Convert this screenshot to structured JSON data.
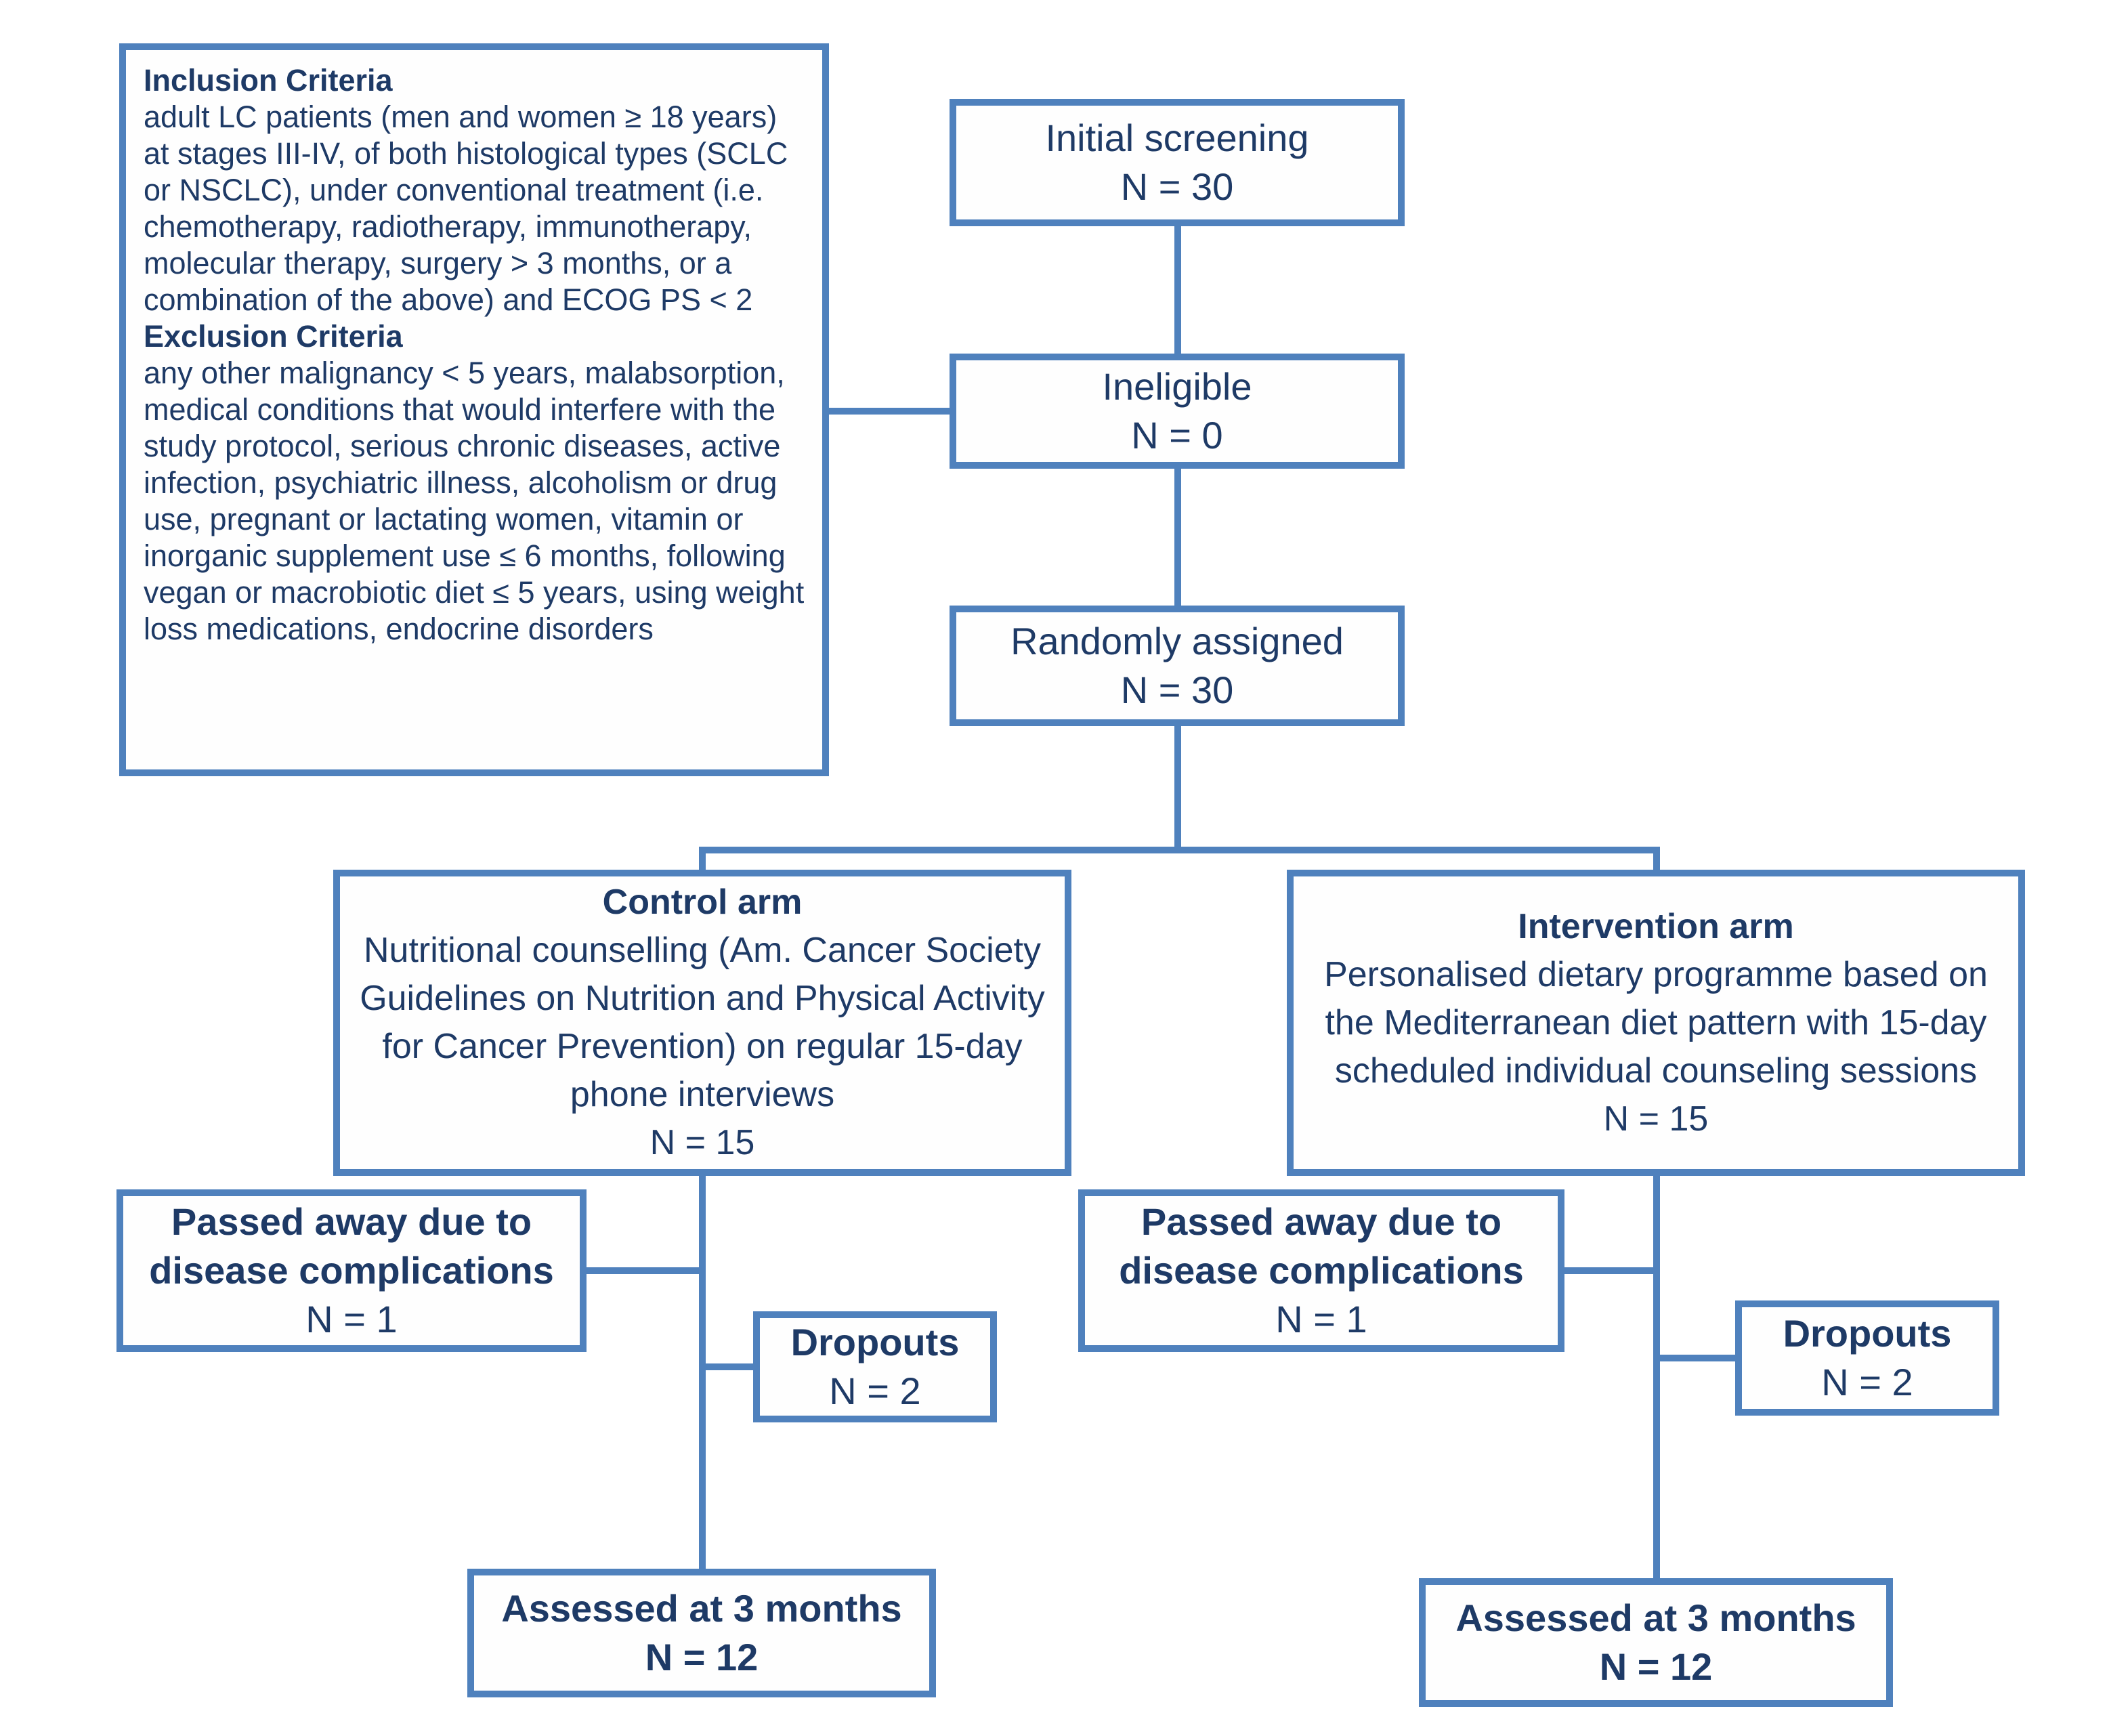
{
  "colors": {
    "line_blue": "#4f81bd",
    "text_navy": "#1e3a66",
    "background": "#ffffff"
  },
  "criteria": {
    "inclusion_title": "Inclusion Criteria",
    "inclusion_text": "adult LC patients (men and women ≥ 18 years) at stages III-IV, of both histological types (SCLC or NSCLC), under conventional treatment (i.e. chemotherapy, radiotherapy, immunotherapy, molecular therapy, surgery > 3 months, or a combination of the above) and ECOG PS < 2",
    "exclusion_title": "Exclusion Criteria",
    "exclusion_text": "any other malignancy < 5 years, malabsorption, medical conditions that would interfere with the study protocol, serious chronic diseases, active infection, psychiatric illness, alcoholism or drug use, pregnant or lactating women, vitamin or inorganic supplement use ≤ 6 months, following vegan or macrobiotic diet ≤ 5 years, using weight loss medications, endocrine disorders"
  },
  "initial_screening": {
    "label": "Initial screening",
    "n": "N = 30"
  },
  "ineligible": {
    "label": "Ineligible",
    "n": "N = 0"
  },
  "randomly_assigned": {
    "label": "Randomly assigned",
    "n": "N = 30"
  },
  "control_arm": {
    "title": "Control arm",
    "description": "Nutritional counselling (Am. Cancer Society Guidelines on Nutrition and Physical Activity for Cancer Prevention) on regular 15-day phone interviews",
    "n": "N = 15"
  },
  "intervention_arm": {
    "title": "Intervention arm",
    "description": "Personalised dietary programme based on the Mediterranean diet pattern with 15-day scheduled individual counseling sessions",
    "n": "N = 15"
  },
  "passed_away_control": {
    "title": "Passed away due to disease complications",
    "n": "N = 1"
  },
  "passed_away_intervention": {
    "title": "Passed away due to disease complications",
    "n": "N = 1"
  },
  "dropouts_control": {
    "title": "Dropouts",
    "n": "N = 2"
  },
  "dropouts_intervention": {
    "title": "Dropouts",
    "n": "N = 2"
  },
  "assessed_control": {
    "title": "Assessed at 3 months",
    "n": "N = 12"
  },
  "assessed_intervention": {
    "title": "Assessed at 3 months",
    "n": "N = 12"
  }
}
